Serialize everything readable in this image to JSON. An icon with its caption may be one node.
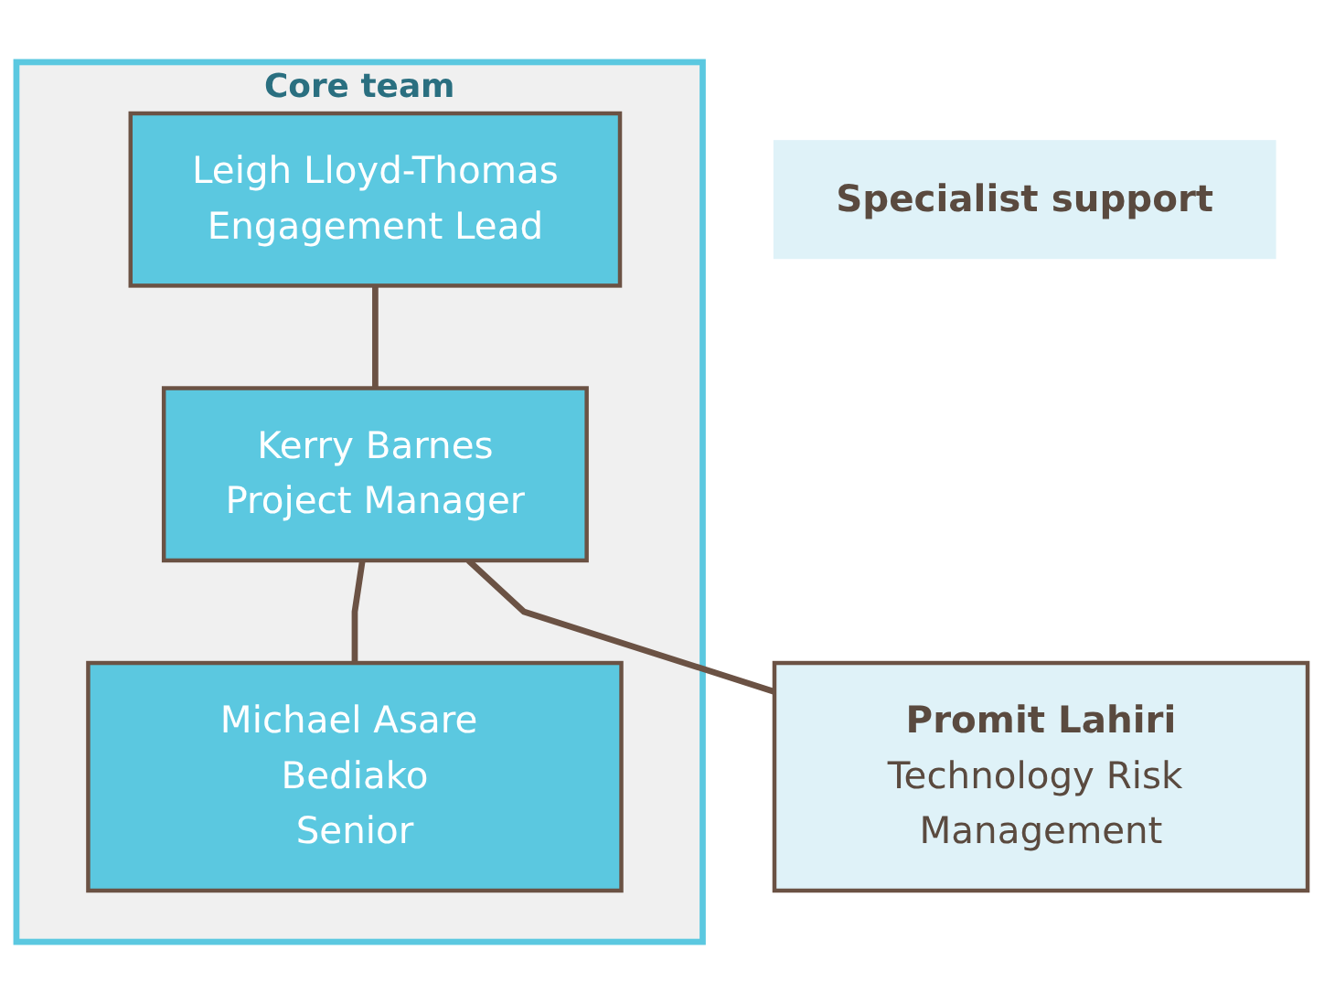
{
  "diagram": {
    "nodes": [
      {
        "text": [
          "Core team"
        ]
      },
      {
        "text": [
          "Specialist support"
        ]
      },
      {
        "text": [
          "Leigh Lloyd-Thomas",
          "Engagement Lead"
        ],
        "in": 0
      },
      {
        "text": [
          "Kerry Barnes",
          "Project Manager"
        ],
        "in": 0
      },
      {
        "text": [
          "Michael Asare Bediako",
          "Senior"
        ],
        "in": 0
      },
      {
        "text": [
          "Promit Lahiri",
          "Technology Risk Management"
        ]
      }
    ],
    "edges": [
      {
        "from": 2,
        "to": 3,
        "arrow": "none"
      },
      {
        "from": 3,
        "to": 4,
        "arrow": "none"
      },
      {
        "from": 3,
        "to": 5,
        "arrow": "none"
      }
    ]
  }
}
